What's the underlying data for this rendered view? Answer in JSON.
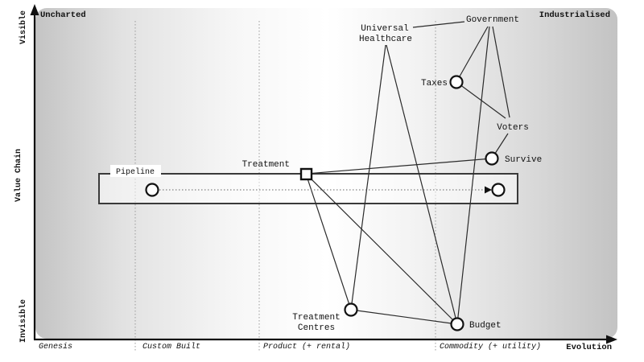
{
  "diagram": {
    "type": "wardley-map",
    "regions": {
      "top_left": "Uncharted",
      "top_right": "Industrialised"
    },
    "y_axis": {
      "top_label": "Visible",
      "title": "Value Chain",
      "bottom_label": "Invisible"
    },
    "x_axis": {
      "stages": [
        "Genesis",
        "Custom Built",
        "Product (+ rental)",
        "Commodity (+ utility)"
      ],
      "title": "Evolution"
    },
    "nodes": {
      "government": {
        "label": "Government",
        "shape": "label-anchor"
      },
      "universal_healthcare": {
        "label": "Universal Healthcare",
        "line1": "Universal",
        "line2": "Healthcare",
        "shape": "label-anchor"
      },
      "taxes": {
        "label": "Taxes",
        "shape": "circle"
      },
      "voters": {
        "label": "Voters",
        "shape": "label-anchor"
      },
      "survive": {
        "label": "Survive",
        "shape": "circle"
      },
      "treatment": {
        "label": "Treatment",
        "shape": "square"
      },
      "pipeline": {
        "label": "Pipeline",
        "shape": "pipeline-box"
      },
      "treatment_centres": {
        "label": "Treatment Centres",
        "line1": "Treatment",
        "line2": "Centres",
        "shape": "circle"
      },
      "budget": {
        "label": "Budget",
        "shape": "circle"
      }
    },
    "edges": [
      [
        "Universal Healthcare",
        "Government"
      ],
      [
        "Government",
        "Taxes"
      ],
      [
        "Government",
        "Voters"
      ],
      [
        "Government",
        "Budget"
      ],
      [
        "Taxes",
        "Voters"
      ],
      [
        "Voters",
        "Survive"
      ],
      [
        "Treatment",
        "Survive"
      ],
      [
        "Universal Healthcare",
        "Treatment Centres"
      ],
      [
        "Universal Healthcare",
        "Budget"
      ],
      [
        "Treatment",
        "Treatment Centres"
      ],
      [
        "Treatment",
        "Budget"
      ],
      [
        "Treatment Centres",
        "Budget"
      ]
    ],
    "colors": {
      "edge_line": "#2b2b2b",
      "node_fill": "#ffffff",
      "node_stroke": "#111111",
      "axis": "#111111",
      "gridline": "#9a9a9a",
      "bg_left": "#c4c4c4",
      "bg_mid": "#ffffff",
      "bg_right": "#c3c3c3"
    }
  }
}
